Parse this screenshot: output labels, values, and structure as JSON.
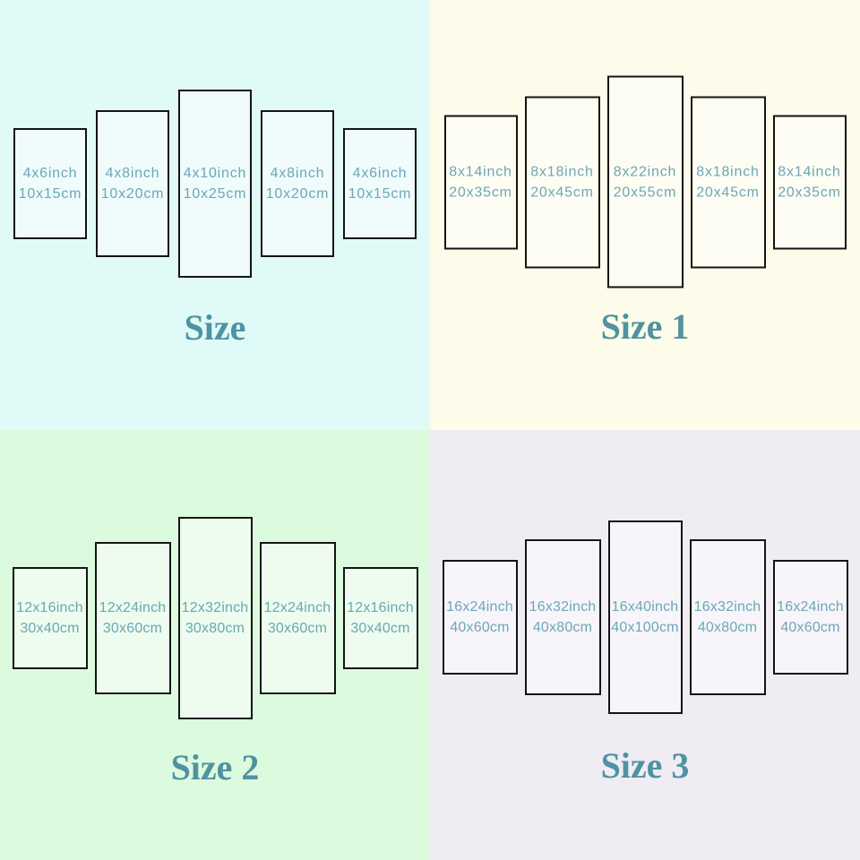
{
  "colors": {
    "panel_border": "#141414",
    "panel_text": "#6BA7B6",
    "title_text": "#4F93A2",
    "quadrant_backgrounds": [
      "#E0FAF8",
      "#FDFBE9",
      "#DCFADE",
      "#EFECF4"
    ]
  },
  "quadrants": [
    {
      "title": "Size",
      "bg": "#E0FAF8",
      "panels": [
        {
          "inch": "4x6inch",
          "cm": "10x15cm"
        },
        {
          "inch": "4x8inch",
          "cm": "10x20cm"
        },
        {
          "inch": "4x10inch",
          "cm": "10x25cm"
        },
        {
          "inch": "4x8inch",
          "cm": "10x20cm"
        },
        {
          "inch": "4x6inch",
          "cm": "10x15cm"
        }
      ]
    },
    {
      "title": "Size 1",
      "bg": "#FDFBE9",
      "panels": [
        {
          "inch": "8x14inch",
          "cm": "20x35cm"
        },
        {
          "inch": "8x18inch",
          "cm": "20x45cm"
        },
        {
          "inch": "8x22inch",
          "cm": "20x55cm"
        },
        {
          "inch": "8x18inch",
          "cm": "20x45cm"
        },
        {
          "inch": "8x14inch",
          "cm": "20x35cm"
        }
      ]
    },
    {
      "title": "Size 2",
      "bg": "#DCFADE",
      "panels": [
        {
          "inch": "12x16inch",
          "cm": "30x40cm"
        },
        {
          "inch": "12x24inch",
          "cm": "30x60cm"
        },
        {
          "inch": "12x32inch",
          "cm": "30x80cm"
        },
        {
          "inch": "12x24inch",
          "cm": "30x60cm"
        },
        {
          "inch": "12x16inch",
          "cm": "30x40cm"
        }
      ]
    },
    {
      "title": "Size 3",
      "bg": "#EFECF4",
      "panels": [
        {
          "inch": "16x24inch",
          "cm": "40x60cm"
        },
        {
          "inch": "16x32inch",
          "cm": "40x80cm"
        },
        {
          "inch": "16x40inch",
          "cm": "40x100cm"
        },
        {
          "inch": "16x32inch",
          "cm": "40x80cm"
        },
        {
          "inch": "16x24inch",
          "cm": "40x60cm"
        }
      ]
    }
  ]
}
